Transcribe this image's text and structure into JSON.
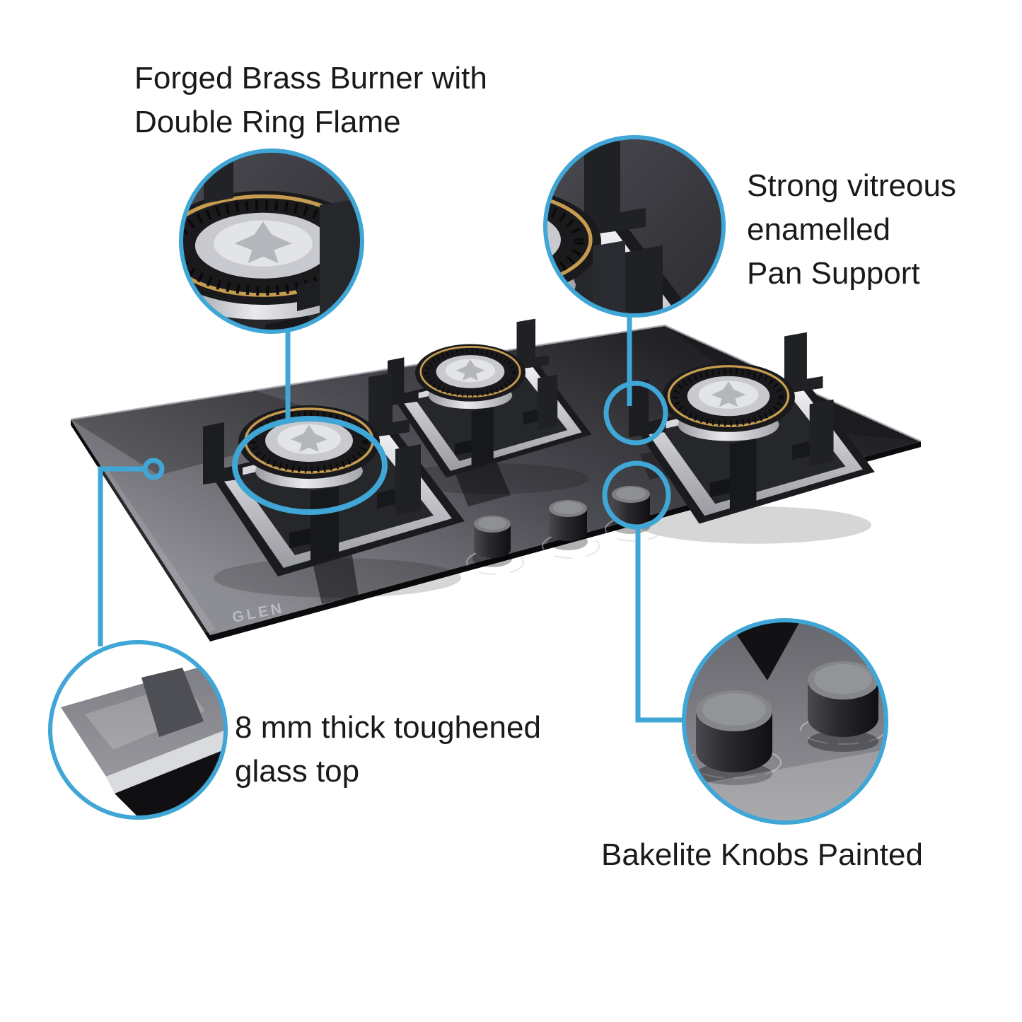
{
  "brand_logo": "GLEN",
  "colors": {
    "accent": "#3fa6d6",
    "background": "#ffffff",
    "text": "#1a1a1a",
    "glass_dark": "#26262b",
    "glass_light": "#8d8d94",
    "brass_ring": "#c69c50",
    "steel": "#c6c7cc",
    "knob_body": "#2a2a2e"
  },
  "callouts": {
    "burner": {
      "line1": "Forged Brass Burner with",
      "line2": "Double Ring Flame"
    },
    "pan_support": {
      "line1": "Strong vitreous",
      "line2": "enamelled",
      "line3": "Pan Support"
    },
    "glass_top": {
      "line1": "8 mm thick toughened",
      "line2": "glass top"
    },
    "knobs": {
      "line1": "Bakelite Knobs Painted"
    }
  }
}
